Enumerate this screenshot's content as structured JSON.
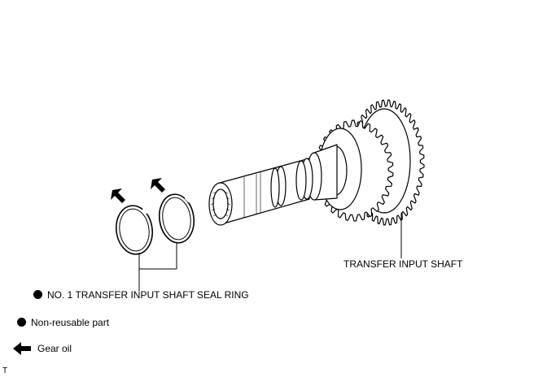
{
  "labels": {
    "shaft": "TRANSFER INPUT SHAFT",
    "seal_ring": "NO. 1 TRANSFER INPUT SHAFT SEAL RING"
  },
  "legend": {
    "non_reusable": "Non-reusable part",
    "gear_oil": "Gear oil"
  },
  "footer": {
    "mark": "T"
  },
  "colors": {
    "ink": "#000000",
    "background": "#ffffff"
  },
  "icons": {
    "non_reusable": "filled-circle-icon",
    "gear_oil": "left-arrow-icon"
  }
}
